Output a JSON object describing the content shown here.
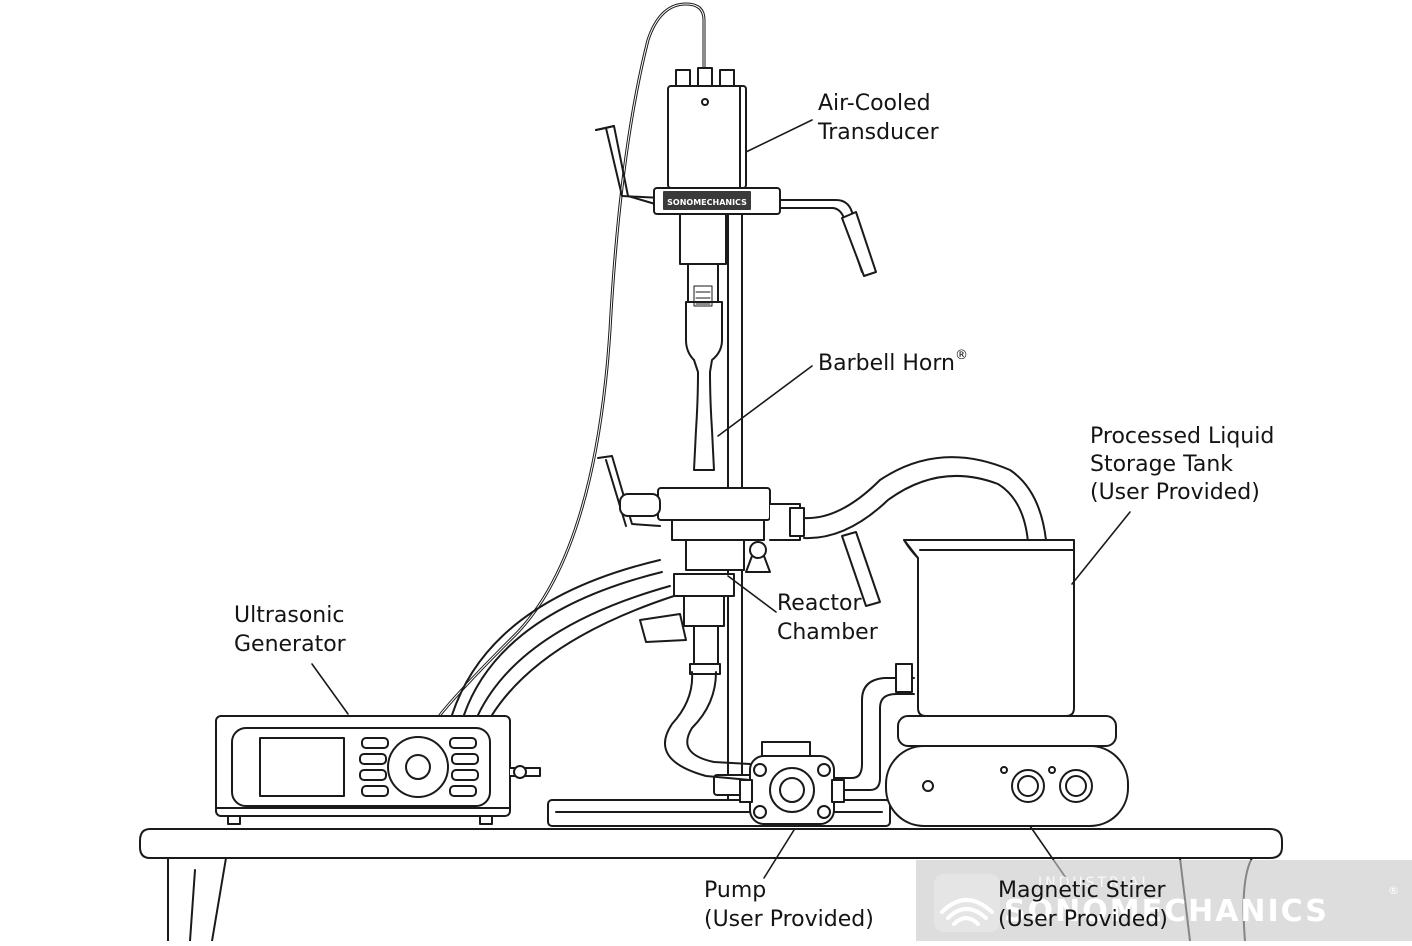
{
  "labels": {
    "transducer": [
      "Air-Cooled",
      "Transducer"
    ],
    "horn": "Barbell Horn",
    "horn_mark": "®",
    "tank": [
      "Processed Liquid",
      "Storage Tank",
      "(User Provided)"
    ],
    "generator": [
      "Ultrasonic",
      "Generator"
    ],
    "reactor": [
      "Reactor",
      "Chamber"
    ],
    "pump": [
      "Pump",
      "(User Provided)"
    ],
    "stirrer": [
      "Magnetic Stirer",
      "(User Provided)"
    ]
  },
  "transducer_badge": "SONOMECHANICS",
  "watermark": {
    "small": "INDUSTRIAL",
    "brand": "SONOMECHANICS",
    "mark": "®"
  },
  "icons": [
    "wifi-wave-logo-icon"
  ]
}
